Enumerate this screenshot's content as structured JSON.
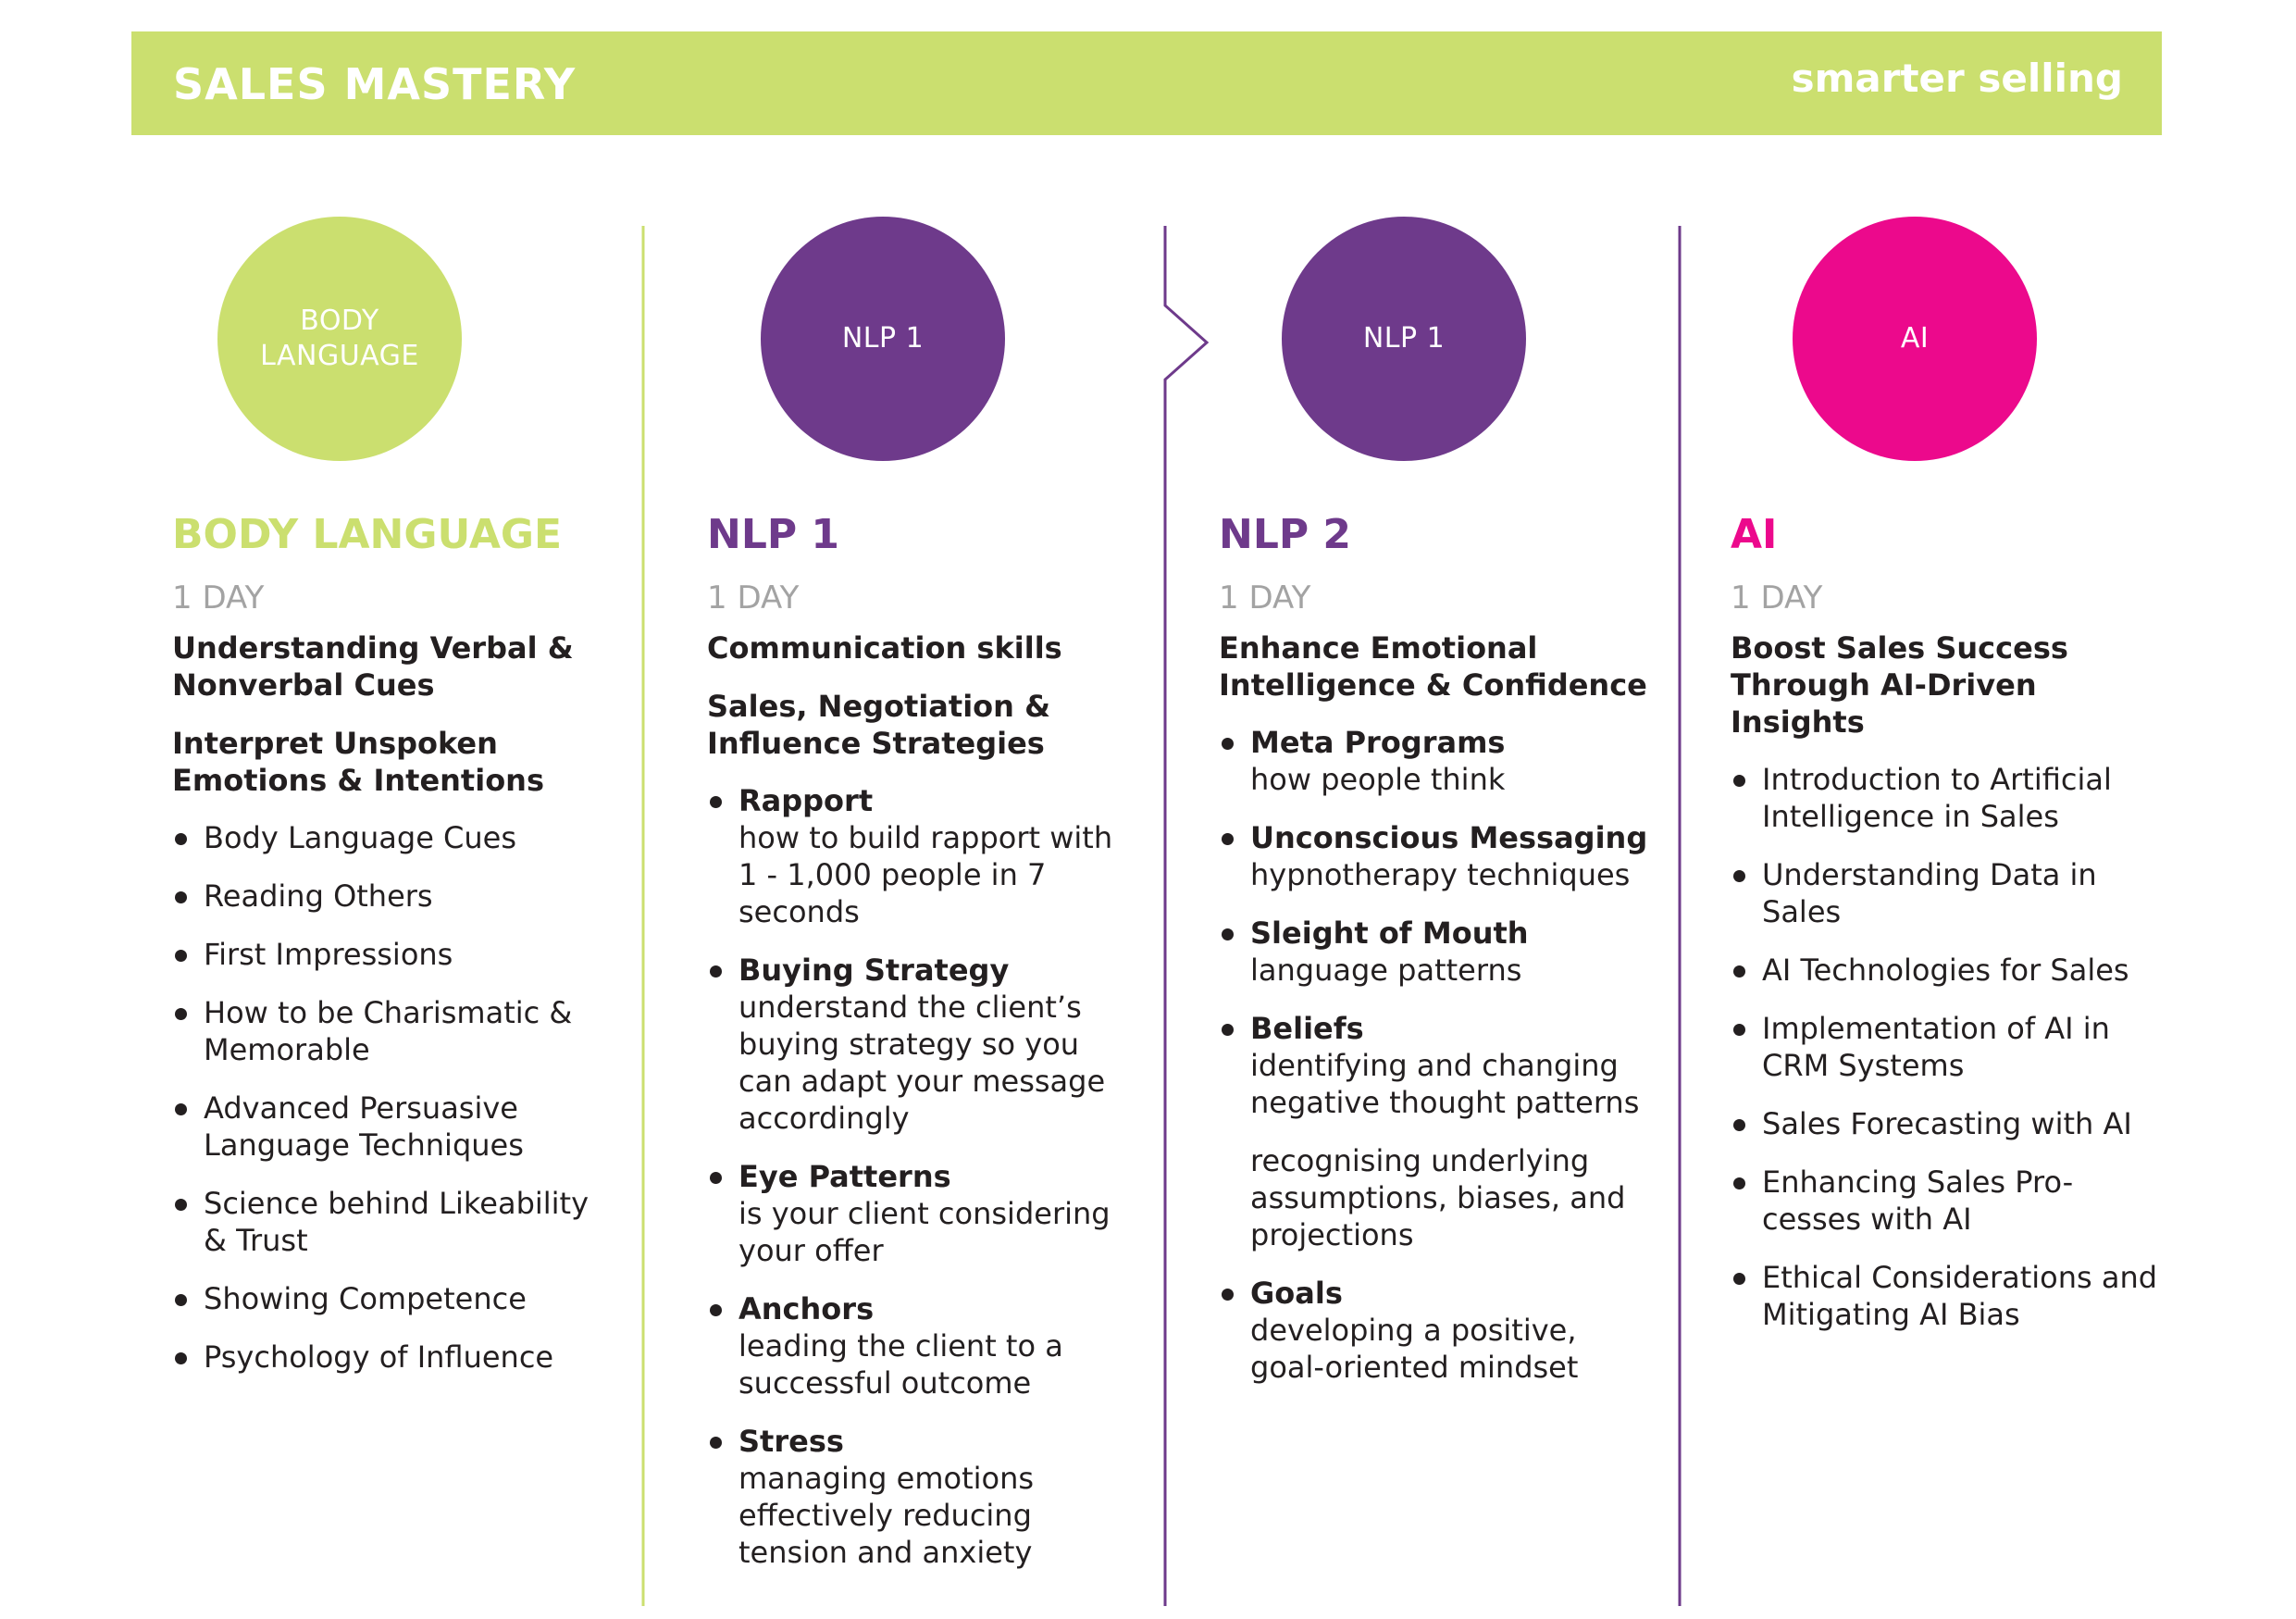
{
  "header": {
    "title": "SALES MASTERY",
    "tagline": "smarter selling"
  },
  "colors": {
    "banner": "#cbdf6f",
    "lime": "#cbdf6f",
    "purple": "#6e3a8b",
    "magenta": "#ec098c",
    "duration_gray": "#a3a3a3"
  },
  "columns": [
    {
      "circle_label": "BODY\nLANGUAGE",
      "title": "BODY LANGUAGE",
      "duration": "1 DAY",
      "headings": [
        "Understanding Verbal & Nonverbal Cues",
        "Interpret Unspoken Emotions & Intentions"
      ],
      "items": [
        {
          "text": "Body Language Cues"
        },
        {
          "text": "Reading Others"
        },
        {
          "text": "First Impressions"
        },
        {
          "text": "How to be Charismatic & Memorable"
        },
        {
          "text": "Advanced Persuasive Language Techniques"
        },
        {
          "text": "Science behind Likeability & Trust"
        },
        {
          "text": "Showing Competence"
        },
        {
          "text": "Psychology of Influence"
        }
      ]
    },
    {
      "circle_label": "NLP 1",
      "title": "NLP 1",
      "duration": "1 DAY",
      "headings": [
        "Communication skills",
        "Sales, Negotiation & Influence Strategies"
      ],
      "items": [
        {
          "title": "Rapport",
          "desc": "how to build rapport with 1 - 1,000 people in 7 seconds"
        },
        {
          "title": "Buying Strategy",
          "desc": "understand the client’s buying strategy so you can adapt your message accordingly"
        },
        {
          "title": "Eye Patterns",
          "desc": "is your client considering your offer"
        },
        {
          "title": "Anchors",
          "desc": "leading the client to a successful outcome"
        },
        {
          "title": "Stress",
          "desc": "managing emotions effectively reducing tension and anxiety"
        }
      ]
    },
    {
      "circle_label": "NLP 1",
      "title": "NLP 2",
      "duration": "1 DAY",
      "headings": [
        "Enhance Emotional Intelligence & Confidence"
      ],
      "items": [
        {
          "title": "Meta Programs",
          "desc": "how people think"
        },
        {
          "title": "Unconscious Messaging",
          "desc": "hypnotherapy techniques"
        },
        {
          "title": "Sleight of Mouth",
          "desc": "language patterns"
        },
        {
          "title": "Beliefs",
          "desc": "identifying and changing negative thought patterns",
          "note": "recognising underlying assumptions, biases, and projections"
        },
        {
          "title": "Goals",
          "desc": "developing a positive, goal-oriented mindset"
        }
      ]
    },
    {
      "circle_label": "AI",
      "title": "AI",
      "duration": "1 DAY",
      "headings": [
        "Boost Sales Success Through AI-Driven Insights"
      ],
      "items": [
        {
          "text": "Introduction to Artificial Intelligence in Sales"
        },
        {
          "text": "Understanding Data in Sales"
        },
        {
          "text": "AI Technologies for Sales"
        },
        {
          "text": "Implementation of AI in CRM Systems"
        },
        {
          "text": "Sales Forecasting with AI"
        },
        {
          "text": "Enhancing Sales Pro-cesses with AI"
        },
        {
          "text": "Ethical Considerations and Mitigating AI Bias"
        }
      ]
    }
  ]
}
